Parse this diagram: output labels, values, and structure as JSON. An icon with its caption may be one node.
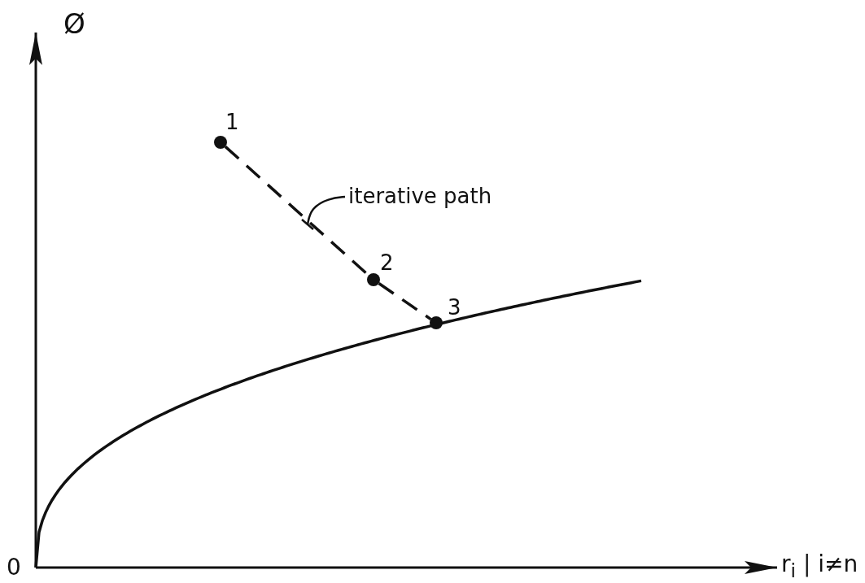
{
  "diagram": {
    "nodes": [
      {
        "text": [],
        "shape": "circle",
        "beside": [
          "1"
        ]
      },
      {
        "text": [],
        "shape": "circle",
        "beside": [
          "2"
        ]
      },
      {
        "text": [],
        "shape": "circle",
        "beside": [
          "3"
        ]
      },
      {
        "text": [
          "iterative path"
        ]
      }
    ],
    "edges": [
      {
        "from": 0,
        "to": 1,
        "arrow": "none",
        "style": "dashed"
      },
      {
        "from": 1,
        "to": 2,
        "arrow": "none",
        "style": "dashed"
      },
      {
        "from": 3,
        "to": null,
        "arrow": "none"
      }
    ],
    "labels": [
      "Ø",
      "0",
      "r$_{i}$ | i≠n"
    ]
  }
}
